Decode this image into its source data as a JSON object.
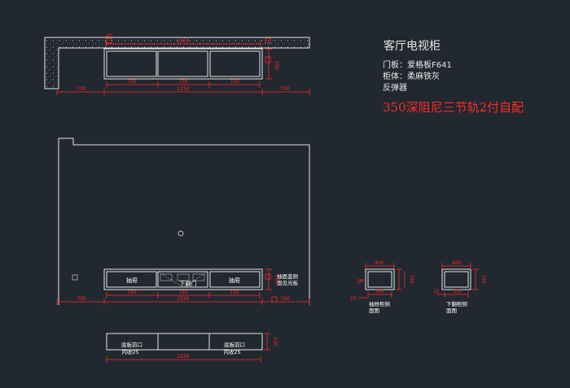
{
  "title_block": {
    "title": "客厅电视柜",
    "lines": [
      "门板：爱格板F641",
      "柜体：柔麻铁灰",
      "反弹器"
    ],
    "note": "350深阻尼三节轨2付自配"
  },
  "plan": {
    "dim_total": "2250",
    "dims_drawers": [
      "750",
      "750",
      "750"
    ],
    "dim_left": "700",
    "dim_right": "700",
    "dim_depth": "350",
    "dim_top_small": "40"
  },
  "elevation": {
    "labels": [
      "抽屉",
      "下翻门",
      "抽屉"
    ],
    "right_label_lines": [
      "抽面盖侧",
      "面见光板"
    ],
    "dims_drawers": [
      "750",
      "750",
      "750"
    ],
    "dim_total": "2250",
    "dim_left": "700",
    "dim_right": "700",
    "dim_height": "150"
  },
  "base": {
    "labels_l1": [
      "底板前口",
      "底板前口"
    ],
    "labels_l2": [
      "内收25",
      "内收25"
    ],
    "dim_total": "2250",
    "dim_height": "220"
  },
  "section_drawer": {
    "dim_width": "400",
    "dim_inner": "350",
    "dim_height": "150",
    "dim_side": "25",
    "dim_bottom": "25",
    "caption_lines": [
      "抽屉柜侧",
      "面图"
    ]
  },
  "section_flap": {
    "dim_width": "400",
    "dim_inner": "350",
    "dim_height": "150",
    "dim_side": "25",
    "caption_lines": [
      "下翻柜侧",
      "面图"
    ]
  },
  "colors": {
    "background": "#212830",
    "line": "#e6e6e6",
    "dimension": "#ff2a2a"
  }
}
